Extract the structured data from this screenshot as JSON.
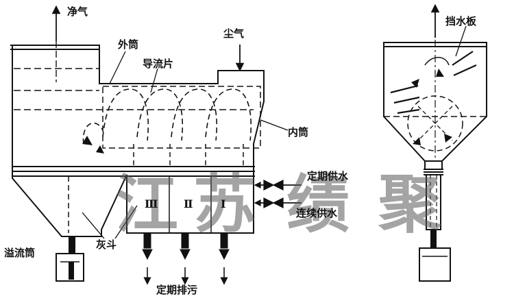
{
  "labels": {
    "clean_gas": "净气",
    "outer_cylinder": "外筒",
    "guide_vane": "导流片",
    "raw_gas": "尘气",
    "inner_cylinder": "内筒",
    "periodic_water_supply": "定期供水",
    "continuous_water_supply": "连续供水",
    "ash_hopper": "灰斗",
    "overflow_cylinder": "溢流筒",
    "periodic_drain": "定期排污",
    "baffle_plate": "挡水板"
  },
  "compartments": [
    "Ⅲ",
    "Ⅱ",
    "Ⅰ"
  ],
  "watermark": [
    "江",
    "苏",
    "绩",
    "聚"
  ]
}
